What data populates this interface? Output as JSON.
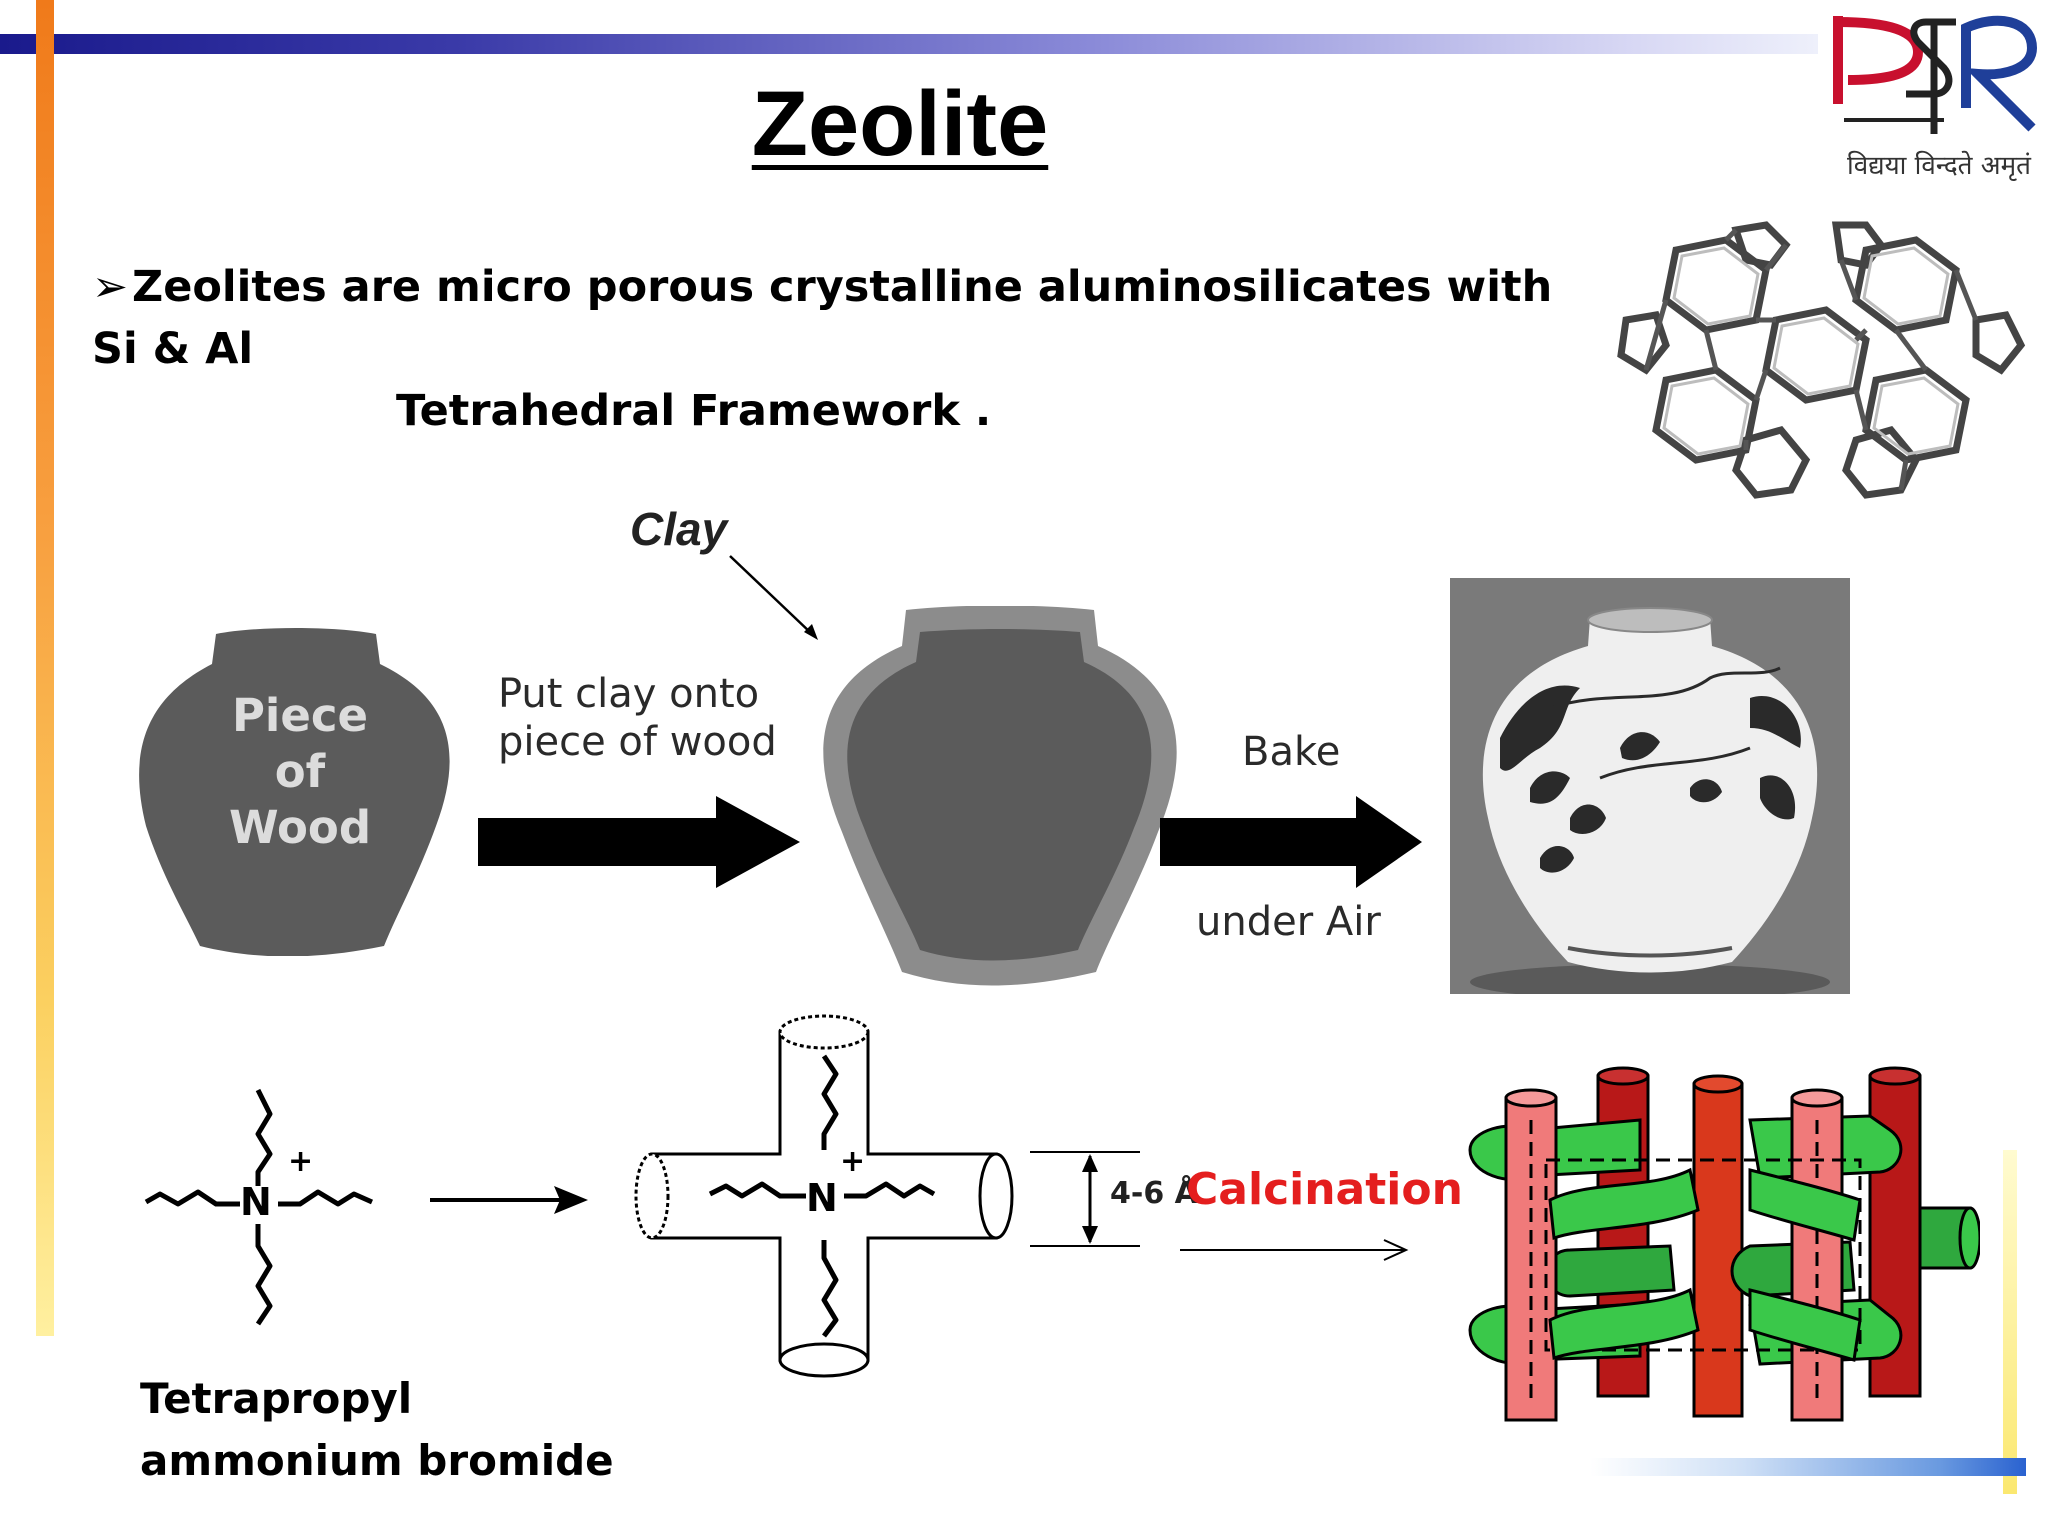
{
  "slide": {
    "title": "Zeolite",
    "bullet_symbol": "➢",
    "bullet_line1": "Zeolites  are micro porous crystalline  aluminosilicates with Si & Al",
    "bullet_line2": "Tetrahedral Framework ."
  },
  "logo": {
    "letters": "PSR",
    "tagline": "विद्यया विन्दते अमृतं",
    "colors": {
      "p": "#c8102e",
      "s": "#222222",
      "r": "#1f3f99"
    }
  },
  "pottery_analogy": {
    "wood_lines": [
      "Piece",
      "of",
      "Wood"
    ],
    "clay_label": "Clay",
    "step1_lines": [
      "Put clay onto",
      "piece of wood"
    ],
    "step2_top": "Bake",
    "step2_bottom": "under Air"
  },
  "template_synthesis": {
    "cation_atom": "N",
    "cation_charge": "+",
    "pore_size": "4-6 Å",
    "calcination_label": "Calcination",
    "template_name_lines": [
      "Tetrapropyl",
      "ammonium bromide"
    ]
  },
  "colors": {
    "top_bar": "#1a1a8c",
    "left_bar": "#f07a1a",
    "dark_gray": "#5b5b5b",
    "clay_gray": "#8c8c8c",
    "calcination_red": "#e41e1e",
    "pillar_pink": "#f07a7a",
    "pillar_red": "#b81818",
    "pillar_orange": "#d9381c",
    "channel_green": "#3ac84a"
  }
}
